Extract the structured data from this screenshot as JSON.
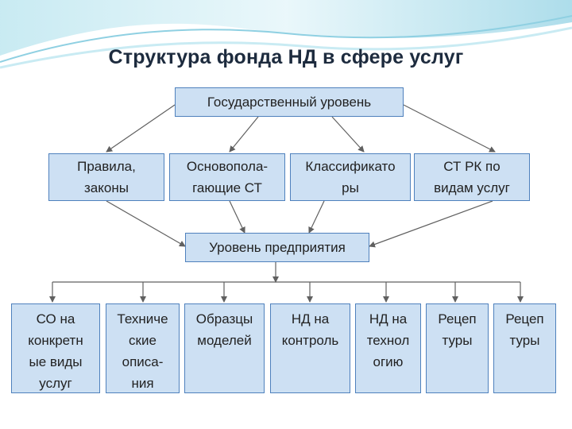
{
  "title": "Структура фонда НД в сфере услуг",
  "top_node": "Государственный уровень",
  "mid_nodes": [
    "Правила,\nзаконы",
    "Основопола-\nгающие СТ",
    "Классификато\nры",
    "СТ РК по\nвидам услуг"
  ],
  "enterprise_node": "Уровень предприятия",
  "bottom_nodes": [
    "СО на\nконкретн\nые виды\nуслуг",
    "Техниче\nские\nописа-\nния",
    "Образцы\nмоделей",
    "НД на\nконтроль",
    "НД на\nтехнол\nогию",
    "Рецеп\nтуры",
    "Рецеп\nтуры"
  ],
  "colors": {
    "box_fill": "#cde0f3",
    "box_border": "#4f81bd",
    "title": "#1d2b3e",
    "connector": "#606060",
    "wave": "#7ec3d9"
  }
}
